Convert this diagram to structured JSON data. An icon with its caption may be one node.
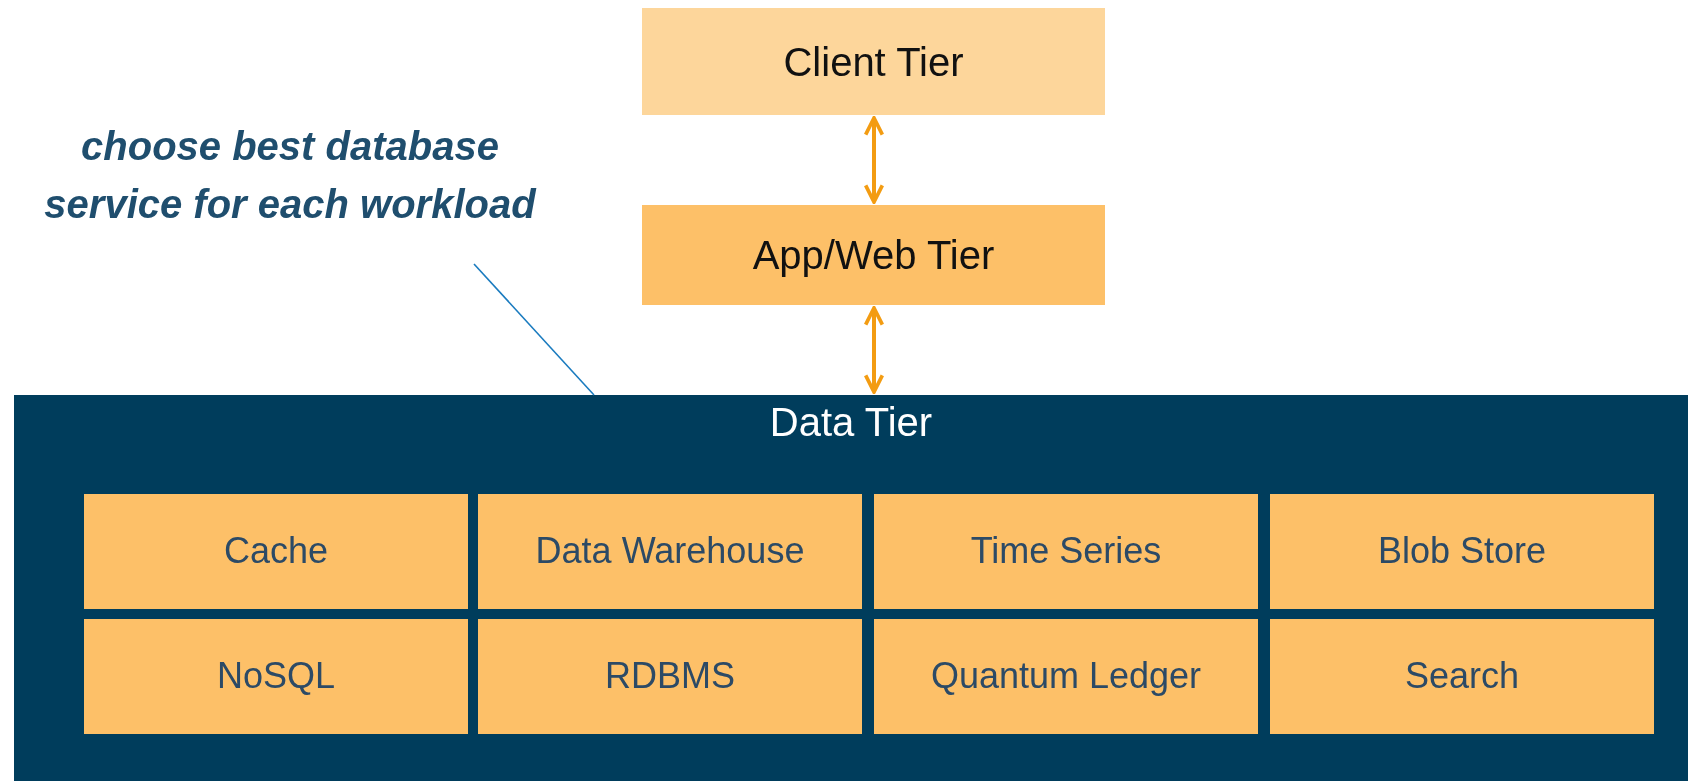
{
  "diagram": {
    "nodes": [
      {
        "text": [
          "choose best database service for each workload"
        ]
      },
      {
        "text": [
          "Client Tier"
        ]
      },
      {
        "text": [
          "App/Web Tier"
        ]
      },
      {
        "text": [
          "Data Tier"
        ]
      },
      {
        "text": [
          "Cache"
        ],
        "in": 3
      },
      {
        "text": [
          "Data Warehouse"
        ],
        "in": 3
      },
      {
        "text": [
          "Time Series"
        ],
        "in": 3
      },
      {
        "text": [
          "Blob Store"
        ],
        "in": 3
      },
      {
        "text": [
          "NoSQL"
        ],
        "in": 3
      },
      {
        "text": [
          "RDBMS"
        ],
        "in": 3
      },
      {
        "text": [
          "Quantum Ledger"
        ],
        "in": 3
      },
      {
        "text": [
          "Search"
        ],
        "in": 3
      }
    ],
    "edges": [
      {
        "from": 1,
        "to": 2,
        "arrow": "both"
      },
      {
        "from": 2,
        "to": 3,
        "arrow": "both"
      },
      {
        "from": 0,
        "to": 3,
        "arrow": "none",
        "color": "#1a7bbf"
      }
    ]
  }
}
